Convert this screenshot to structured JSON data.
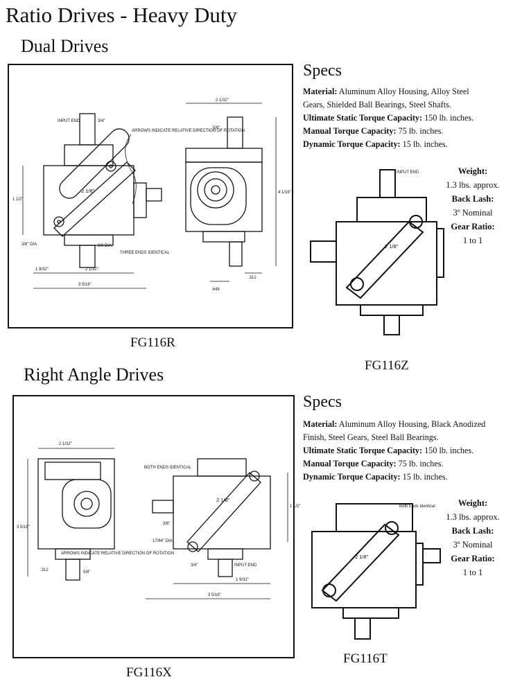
{
  "page_title": "Ratio Drives - Heavy Duty",
  "dual": {
    "heading": "Dual Drives",
    "drawing_caption": "FG116R",
    "photo_caption": "FG116Z",
    "drawing_labels": {
      "input_end": "INPUT END",
      "arrows": "ARROWS INDICATE RELATIVE DIRECTION OF ROTATION",
      "three_ends": "THREE ENDS IDENTICAL",
      "dia_38": "3/8\" DIA.",
      "dia_38b": "3/8 DIA.",
      "d34": "3/4\"",
      "d2_18": "2 1/8\"",
      "d1_12": "1 1/2\"",
      "d1_932": "1 9/32\"",
      "d2_132": "2 1/32\"",
      "d3_516": "3 5/16\"",
      "d2_132b": "2 1/32\"",
      "d58": "5/8\"",
      "d4_116": "4 1/16\"",
      "d312": ".312",
      "d648": ".648"
    },
    "specs": {
      "heading": "Specs",
      "material_label": "Material:",
      "material_value": "Aluminum Alloy Housing, Alloy Steel",
      "material_value2": "Gears, Shielded Ball Bearings, Steel Shafts.",
      "ultimate_label": "Ultimate Static Torque Capacity:",
      "ultimate_value": "150 lb. inches.",
      "manual_label": "Manual Torque Capacity:",
      "manual_value": "75 lb. inches.",
      "dynamic_label": "Dynamic Torque Capacity:",
      "dynamic_value": "15 lb. inches."
    },
    "side": {
      "weight_label": "Weight:",
      "weight_value": "1.3 lbs. approx.",
      "backlash_label": "Back Lash:",
      "backlash_value": "3º Nominal",
      "ratio_label": "Gear Ratio:",
      "ratio_value": "1 to 1"
    },
    "photo_labels": {
      "input_end": "INPUT END",
      "dim": "2 1/8\""
    }
  },
  "right": {
    "heading": "Right Angle Drives",
    "drawing_caption": "FG116X",
    "photo_caption": "FG116T",
    "drawing_labels": {
      "both_ends": "BOTH ENDS IDENTICAL",
      "arrows": "ARROWS INDICATE RELATIVE DIRECTION OF ROTATION",
      "input_end": "INPUT END",
      "d2_132": "2 1/32\"",
      "d3_516": "3 5/16\"",
      "d312": ".312",
      "d58": "5/8\"",
      "d2_18": "2 1/8\"",
      "d1_12": "1 1/2\"",
      "d38": "3/8\"",
      "d1764": "17/64\" DIA.",
      "d34": "3/4\"",
      "d1_932": "1 9/32\"",
      "d3_516b": "3 5/16\""
    },
    "specs": {
      "heading": "Specs",
      "material_label": "Material:",
      "material_value": "Aluminum Alloy Housing, Black Anodized",
      "material_value2": "Finish, Steel Gears, Steel Ball Bearings.",
      "ultimate_label": "Ultimate Static Torque Capacity:",
      "ultimate_value": "150 lb. inches.",
      "manual_label": "Manual Torque Capacity:",
      "manual_value": "75 lb. inches.",
      "dynamic_label": "Dynamic Torque Capacity:",
      "dynamic_value": "15 lb. inches."
    },
    "side": {
      "weight_label": "Weight:",
      "weight_value": "1.3 lbs. approx.",
      "backlash_label": "Back Lash:",
      "backlash_value": "3º Nominal",
      "ratio_label": "Gear Ratio:",
      "ratio_value": "1 to 1"
    },
    "photo_labels": {
      "both_ends": "Both Ends Identical",
      "dim": "2 1/8\""
    }
  }
}
